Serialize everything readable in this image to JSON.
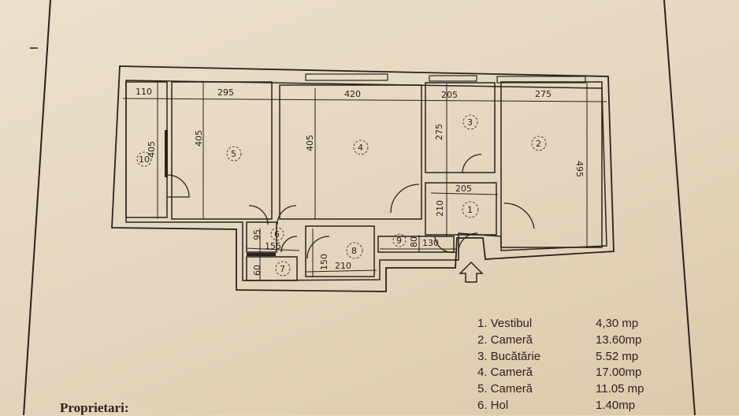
{
  "plan": {
    "dimensions": {
      "top": [
        "110",
        "295",
        "420",
        "205",
        "275"
      ],
      "room10_height": "405",
      "room5_height": "405",
      "room4_height": "405",
      "room3_height": "275",
      "room2_height": "495",
      "vestibul_width": "205",
      "vestibul_height": "210",
      "hol_height": "95",
      "hol_width": "155",
      "room7_height": "60",
      "room8_height": "150",
      "room8_width": "210",
      "room9_height": "80",
      "room9_width": "130"
    },
    "room_numbers": [
      "1",
      "2",
      "3",
      "4",
      "5",
      "6",
      "7",
      "8",
      "9",
      "10"
    ],
    "entrance_icon": "arrow-up-icon"
  },
  "legend": [
    {
      "label": "1. Vestibul",
      "value": "4,30 mp"
    },
    {
      "label": "2. Cameră",
      "value": "13.60mp"
    },
    {
      "label": "3. Bucătărie",
      "value": "5.52 mp"
    },
    {
      "label": "4. Cameră",
      "value": "17.00mp"
    },
    {
      "label": "5. Cameră",
      "value": "11.05 mp"
    },
    {
      "label": "6. Hol",
      "value": "1.40mp"
    }
  ],
  "owners_label": "Proprietari:"
}
